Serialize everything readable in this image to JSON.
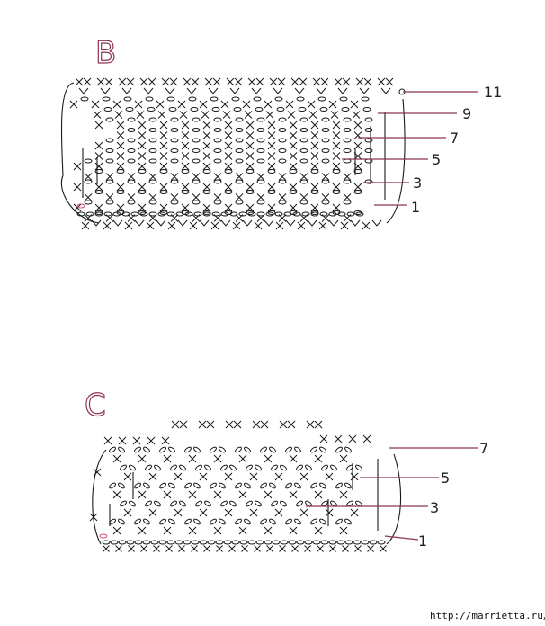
{
  "diagrams": [
    {
      "letter": "B",
      "row_labels": [
        "11",
        "9",
        "7",
        "5",
        "3",
        "1"
      ]
    },
    {
      "letter": "C",
      "row_labels": [
        "7",
        "5",
        "3",
        "1"
      ]
    }
  ],
  "footer": {
    "url": "http://marrietta.ru/"
  },
  "colors": {
    "ink": "#1a1a1a",
    "leader": "#8e3453",
    "start": "#d0506a"
  }
}
